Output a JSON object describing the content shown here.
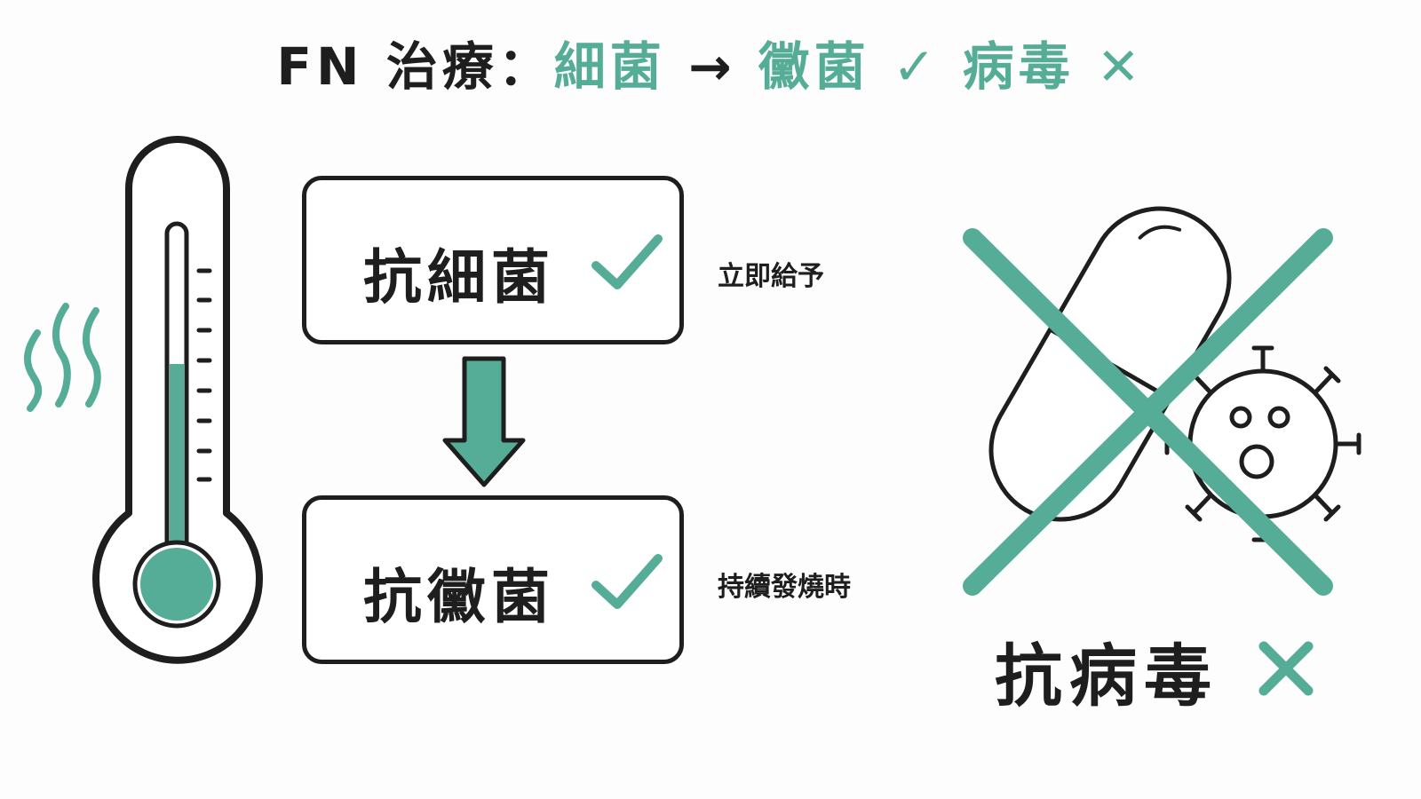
{
  "title": {
    "prefix": "FN 治療：",
    "bacteria": "細菌",
    "arrow": "→",
    "fungus": "黴菌",
    "check": "✓",
    "virus": "病毒",
    "cross": "✕"
  },
  "steps": [
    {
      "label": "抗細菌",
      "note": "立即給予",
      "status": "check-icon"
    },
    {
      "label": "抗黴菌",
      "note": "持續發燒時",
      "status": "check-icon"
    }
  ],
  "antiviral": {
    "label": "抗病毒",
    "status": "cross-icon"
  },
  "colors": {
    "accent": "#55ad98",
    "ink": "#1e1e1e",
    "background": "#fdfdfd"
  },
  "icons": [
    "heat-waves-icon",
    "thermometer-icon",
    "down-arrow-icon",
    "check-icon",
    "capsule-icon",
    "virus-icon",
    "cross-icon"
  ]
}
